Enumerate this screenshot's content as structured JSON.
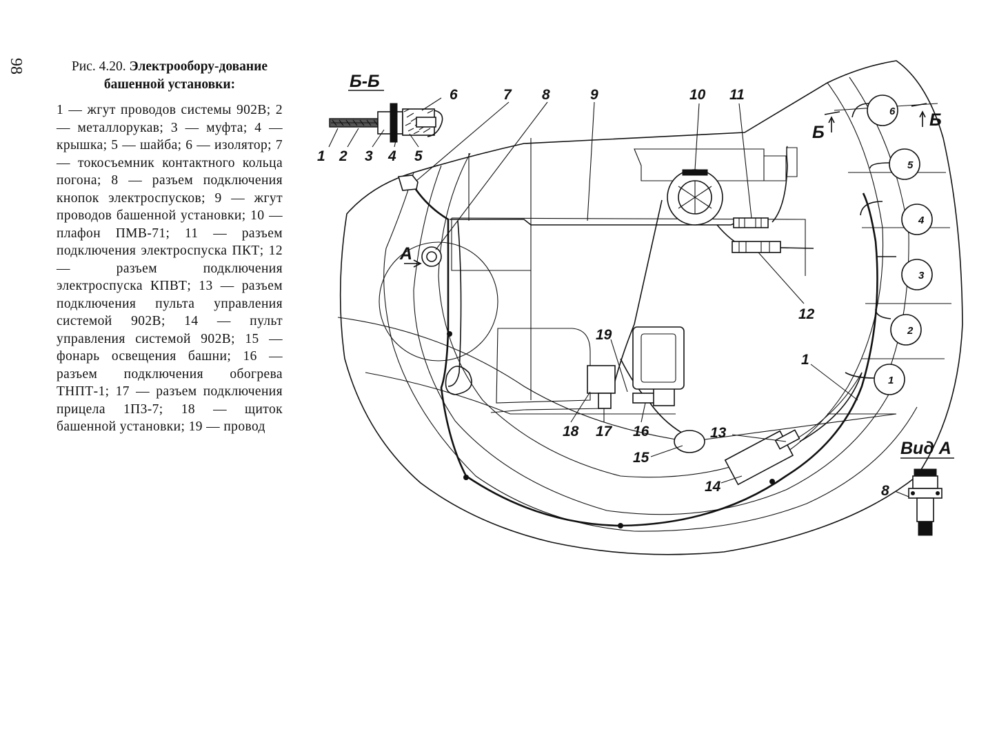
{
  "page_number": "98",
  "caption": {
    "figure_number": "Рис. 4.20.",
    "figure_title": "Электрообору-дование башенной установки:",
    "body": "1 — жгут проводов системы 902В; 2 — металлорукав; 3 — муфта; 4 — крышка; 5 — шайба; 6 — изолятор; 7 — токосъемник контактного кольца погона; 8 — разъем подключения кнопок электроспусков; 9 — жгут проводов башенной установки; 10 — плафон ПМВ-71; 11 — разъем подключения электроспуска ПКТ; 12 — разъем подключения электроспуска КПВТ; 13 — разъем подключения пульта управления системой 902В; 14 — пульт управления системой 902В; 15 — фонарь освещения башни; 16 — разъем подключения обогрева ТНПТ-1; 17 — разъем подключения прицела 1П3-7; 18 — щиток башенной установки; 19 — провод"
  },
  "diagram": {
    "section_label": "Б-Б",
    "section_marks": [
      "Б",
      "Б"
    ],
    "view_label": "Вид А",
    "view_pointer": "А",
    "inset_section_numbers": [
      "1",
      "2",
      "3",
      "4",
      "5",
      "6"
    ],
    "main_numbers": [
      "7",
      "8",
      "9",
      "10",
      "11",
      "12",
      "1",
      "13",
      "14",
      "15",
      "16",
      "17",
      "18",
      "19"
    ],
    "circle_numbers": [
      "6",
      "5",
      "4",
      "3",
      "2",
      "1"
    ],
    "view_a_number": "8"
  }
}
